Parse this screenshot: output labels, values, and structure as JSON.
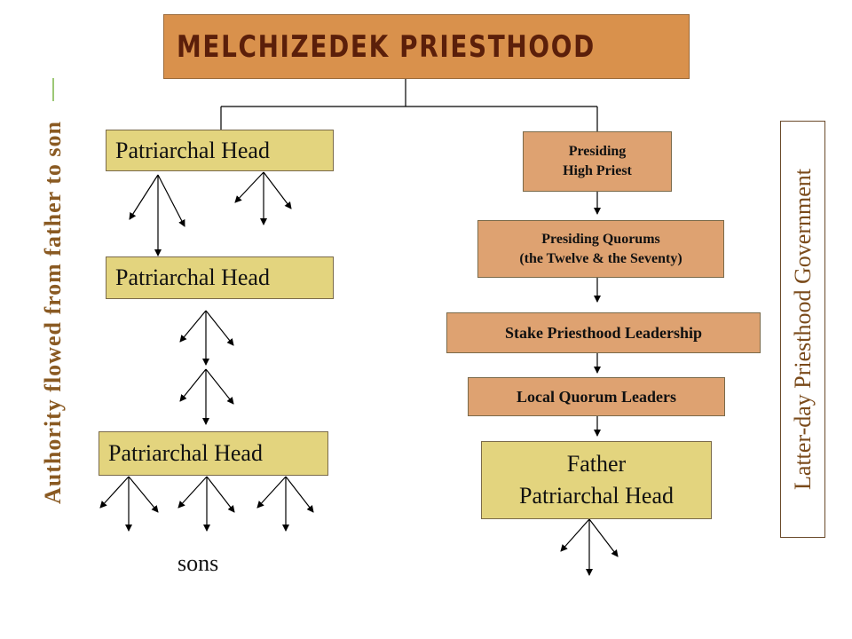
{
  "title": "MELCHIZEDEK PRIESTHOOD",
  "left_chain": {
    "heads": [
      "Patriarchal Head",
      "Patriarchal Head",
      "Patriarchal Head"
    ],
    "sons_label": "sons",
    "side_label": "Authority flowed from father to son"
  },
  "right_chain": {
    "presiding_high_priest": [
      "Presiding",
      "High Priest"
    ],
    "presiding_quorums": [
      "Presiding Quorums",
      "(the Twelve & the Seventy)"
    ],
    "stake_leadership": "Stake Priesthood Leadership",
    "local_leaders": "Local Quorum Leaders",
    "father": [
      "Father",
      "Patriarchal Head"
    ],
    "side_label": "Latter-day Priesthood Government"
  },
  "colors": {
    "title_fill": "#d9914c",
    "title_text": "#5b1f0a",
    "head_fill": "#e3d47e",
    "rank_fill": "#dea271",
    "side_text": "#8a5a22"
  }
}
